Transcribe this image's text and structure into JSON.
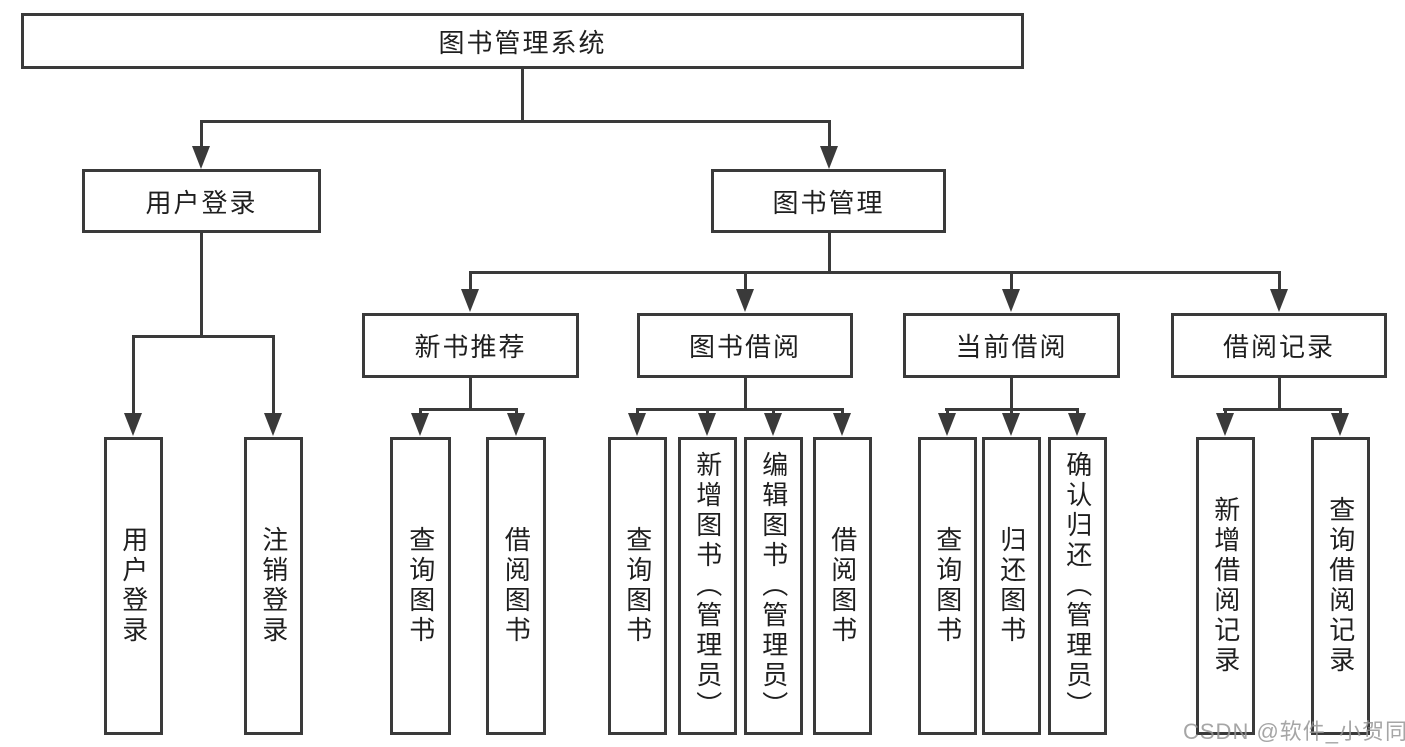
{
  "nodes": {
    "root": "图书管理系统",
    "level2": [
      "用户登录",
      "图书管理"
    ],
    "level3": [
      "新书推荐",
      "图书借阅",
      "当前借阅",
      "借阅记录"
    ],
    "leaves_user": [
      "用户登录",
      "注销登录"
    ],
    "leaves_recommend": [
      "查询图书",
      "借阅图书"
    ],
    "leaves_borrow": [
      "查询图书",
      "新增图书（管理员）",
      "编辑图书（管理员）",
      "借阅图书"
    ],
    "leaves_current": [
      "查询图书",
      "归还图书",
      "确认归还（管理员）"
    ],
    "leaves_record": [
      "新增借阅记录",
      "查询借阅记录"
    ]
  },
  "watermark": "CSDN @软件_小贺同学",
  "colors": {
    "line": "#3a3a3a",
    "text": "#1f1f1f",
    "watermark": "#969696",
    "background": "#ffffff"
  }
}
